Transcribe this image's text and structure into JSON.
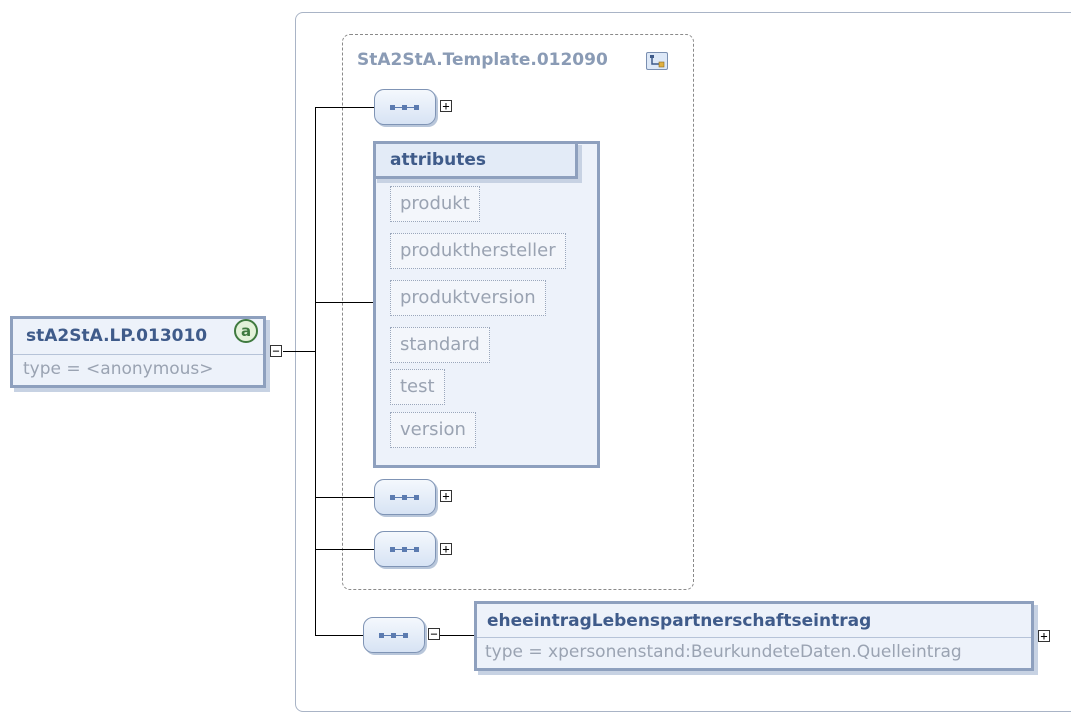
{
  "root_element": {
    "name": "stA2StA.LP.013010",
    "type_line": "type = <anonymous>",
    "badge": "a",
    "toggle": "−"
  },
  "template_group": {
    "name": "StA2StA.Template.012090",
    "icon": "group-reference-icon"
  },
  "attributes": {
    "title": "attributes",
    "items": [
      "produkt",
      "produkthersteller",
      "produktversion",
      "standard",
      "test",
      "version"
    ]
  },
  "sequences": [
    {
      "toggle": "+"
    },
    {
      "toggle": "+"
    },
    {
      "toggle": "+"
    },
    {
      "toggle": "−"
    }
  ],
  "child_element": {
    "name": "eheeintragLebenspartnerschaftseintrag",
    "type_line": "type = xpersonenstand:BeurkundeteDaten.Quelleintrag",
    "toggle": "+"
  }
}
